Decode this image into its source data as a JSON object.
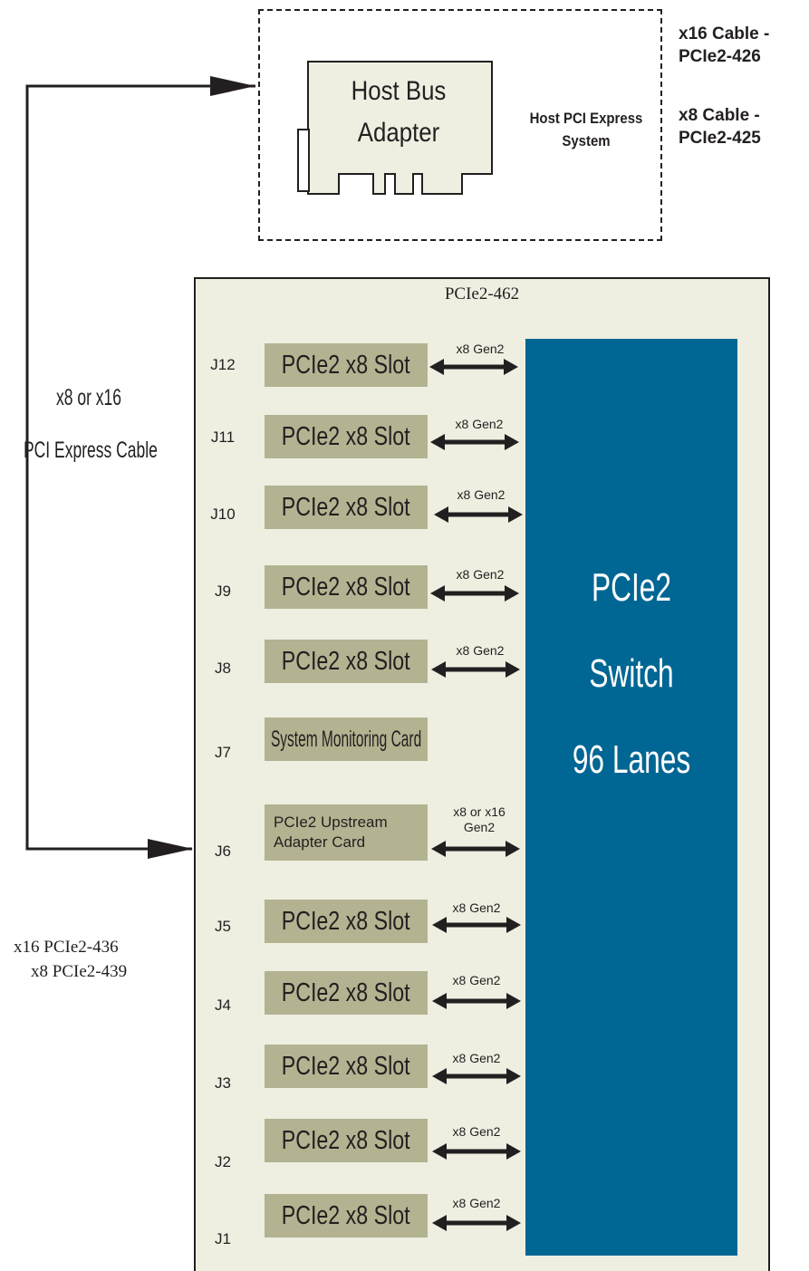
{
  "host_system": {
    "title": "Host PCI Express System",
    "adapter_label_line1": "Host Bus",
    "adapter_label_line2": "Adapter",
    "cable_options": [
      {
        "line1": "x16 Cable -",
        "line2": "PCIe2-426"
      },
      {
        "line1": "x8 Cable -",
        "line2": "PCIe2-425"
      }
    ]
  },
  "cable": {
    "line1": "x8 or x16",
    "line2": "PCI Express Cable"
  },
  "adapter_models": {
    "line1": "x16 PCIe2-436",
    "line2": "x8  PCIe2-439"
  },
  "chassis": {
    "title": "PCIe2-462",
    "switch": {
      "line1": "PCIe2",
      "line2": "Switch",
      "line3": "96 Lanes"
    },
    "slots": [
      {
        "connector": "J12",
        "label": "PCIe2 x8 Slot",
        "link": "x8 Gen2"
      },
      {
        "connector": "J11",
        "label": "PCIe2 x8 Slot",
        "link": "x8 Gen2"
      },
      {
        "connector": "J10",
        "label": "PCIe2 x8 Slot",
        "link": "x8 Gen2"
      },
      {
        "connector": "J9",
        "label": "PCIe2 x8 Slot",
        "link": "x8 Gen2"
      },
      {
        "connector": "J8",
        "label": "PCIe2 x8 Slot",
        "link": "x8 Gen2"
      },
      {
        "connector": "J7",
        "label": "System Monitoring Card",
        "link": ""
      },
      {
        "connector": "J6",
        "label_line1": "PCIe2 Upstream",
        "label_line2": "Adapter Card",
        "link_line1": "x8 or x16",
        "link_line2": "Gen2"
      },
      {
        "connector": "J5",
        "label": "PCIe2 x8 Slot",
        "link": "x8 Gen2"
      },
      {
        "connector": "J4",
        "label": "PCIe2 x8 Slot",
        "link": "x8 Gen2"
      },
      {
        "connector": "J3",
        "label": "PCIe2 x8 Slot",
        "link": "x8 Gen2"
      },
      {
        "connector": "J2",
        "label": "PCIe2 x8 Slot",
        "link": "x8 Gen2"
      },
      {
        "connector": "J1",
        "label": "PCIe2 x8 Slot",
        "link": "x8 Gen2"
      }
    ]
  },
  "colors": {
    "chassis_fill": "#eeefe1",
    "slot_fill": "#b4b391",
    "switch_fill": "#006693",
    "line": "#231f20"
  }
}
